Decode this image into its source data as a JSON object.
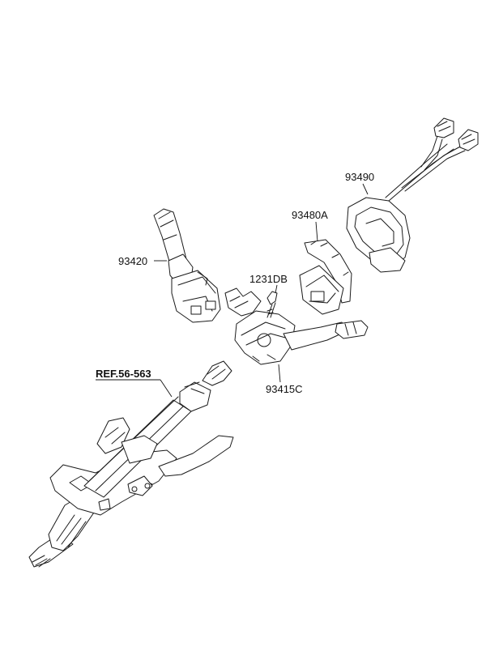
{
  "labels": {
    "clock_spring": "93490",
    "multifunction_switch_body": "93480A",
    "wiper_switch": "93420",
    "bolt": "1231DB",
    "combination_switch": "93415C",
    "steering_column_ref": "REF.56-563"
  },
  "colors": {
    "line": "#1a1a1a",
    "background": "#ffffff"
  }
}
